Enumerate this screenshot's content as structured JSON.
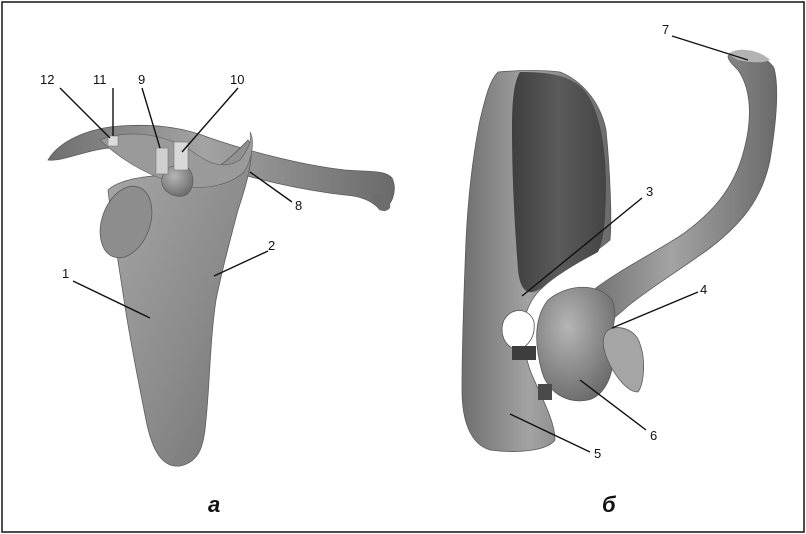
{
  "figure": {
    "panel_a": {
      "caption": "а",
      "callouts": [
        "12",
        "11",
        "9",
        "10",
        "8",
        "1",
        "2"
      ]
    },
    "panel_b": {
      "caption": "б",
      "callouts": [
        "7",
        "3",
        "4",
        "6",
        "5"
      ]
    }
  },
  "colors": {
    "bone_light": "#9c9c9c",
    "bone_mid": "#7e7e7e",
    "bone_dark": "#4d4d4d",
    "frame": "#222222",
    "text": "#111111"
  }
}
